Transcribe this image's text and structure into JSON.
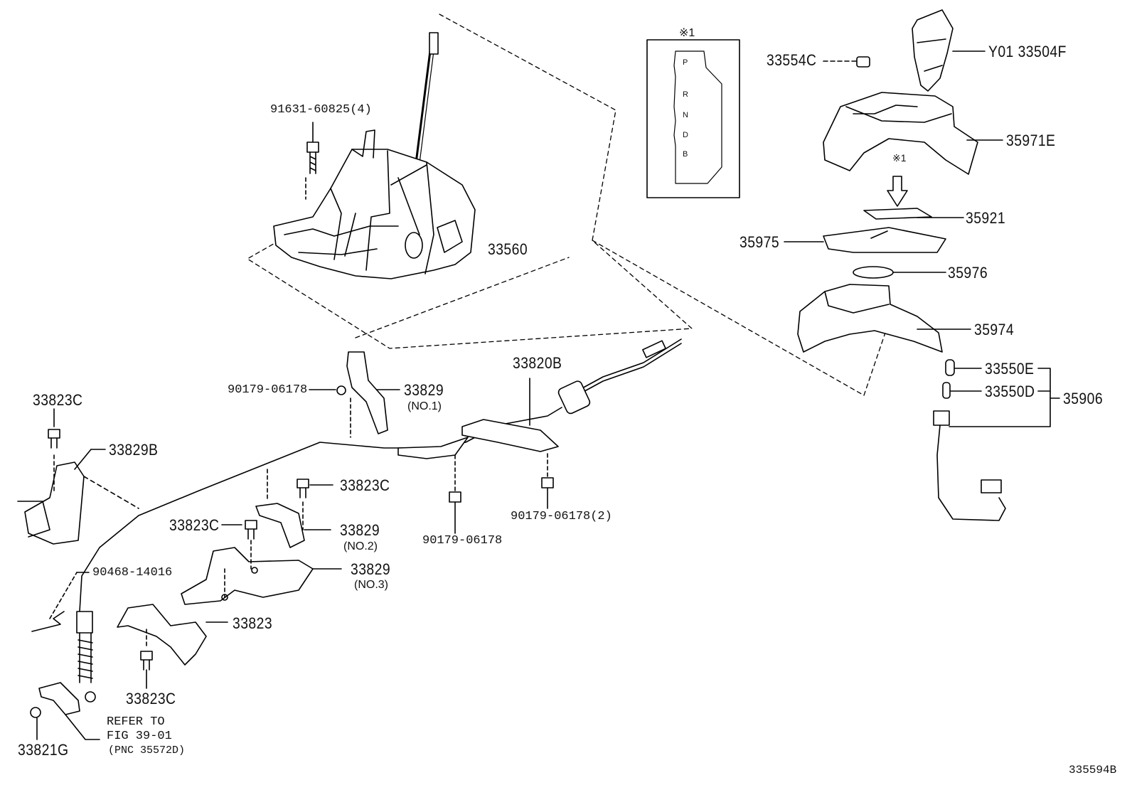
{
  "labels": {
    "p33560": "33560",
    "p91631": "91631-60825(4)",
    "p33554c": "33554C",
    "p33504f": "Y01 33504F",
    "p35971e": "35971E",
    "p35921": "35921",
    "p35975": "35975",
    "p35976": "35976",
    "p35974": "35974",
    "p33550e": "33550E",
    "p33550d": "33550D",
    "p35906": "35906",
    "p33820b": "33820B",
    "p33829_1": "33829",
    "p33829_1_sub": "(NO.1)",
    "p90179_a": "90179-06178",
    "p90179_b": "90179-06178",
    "p90179_c": "90179-06178(2)",
    "p33823c_a": "33823C",
    "p33829b": "33829B",
    "p33823c_b": "33823C",
    "p33823c_c": "33823C",
    "p33829_2": "33829",
    "p33829_2_sub": "(NO.2)",
    "p33829_3": "33829",
    "p33829_3_sub": "(NO.3)",
    "p90468": "90468-14016",
    "p33823": "33823",
    "p33823c_d": "33823C",
    "p33821g": "33821G"
  },
  "reference": {
    "line1": "REFER TO",
    "line2": "FIG 39-01",
    "line3": "(PNC 35572D)"
  },
  "note_mark_top": "※1",
  "note_mark_arrow": "※1",
  "gate_letters": [
    "P",
    "R",
    "N",
    "D",
    "B"
  ],
  "figure_id": "335594B"
}
